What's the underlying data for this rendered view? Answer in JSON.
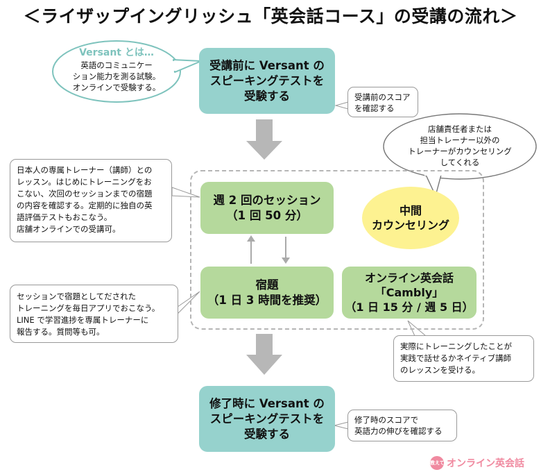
{
  "title": "＜ライザップイングリッシュ「英会話コース」の受講の流れ＞",
  "steps": {
    "pre_test": [
      "受講前に Versant の",
      "スピーキングテストを",
      "受験する"
    ],
    "sessions": [
      "週 2 回のセッション",
      "（1 回 50 分）"
    ],
    "homework": [
      "宿題",
      "（1 日 3 時間を推奨）"
    ],
    "online": [
      "オンライン英会話",
      "「Cambly」",
      "（1 日 15 分 / 週 5 日）"
    ],
    "post_test": [
      "修了時に Versant の",
      "スピーキングテストを",
      "受験する"
    ],
    "counseling": [
      "中間",
      "カウンセリング"
    ]
  },
  "notes": {
    "versant": {
      "heading": "Versant とは…",
      "lines": [
        "英語のコミュニケー",
        "ション能力を測る試験。",
        "オンラインで受験する。"
      ]
    },
    "pre_score": [
      "受講前のスコア",
      "を確認する"
    ],
    "manager": [
      "店舗責任者または",
      "担当トレーナー以外の",
      "トレーナーがカウンセリング",
      "してくれる"
    ],
    "trainer": [
      "日本人の専属トレーナー（講師）との",
      "レッスン。はじめにトレーニングをお",
      "こない、次回のセッションまでの宿題",
      "の内容を確認する。定期的に独自の英",
      "語評価テストもおこなう。",
      "店舗オンラインでの受講可。"
    ],
    "homework_detail": [
      "セッションで宿題としてだされた",
      "トレーニングを毎日アプリでおこなう。",
      "LINE で学習進捗を専属トレーナーに",
      "報告する。質問等も可。"
    ],
    "online_detail": [
      "実際にトレーニングしたことが",
      "実践で話せるかネイティブ講師",
      "のレッスンを受ける。"
    ],
    "post_score": [
      "修了時のスコアで",
      "英語力の伸びを確認する"
    ]
  },
  "logo": {
    "badge": "教えて!",
    "text": "オンライン英会話"
  },
  "colors": {
    "teal": "#96d2cd",
    "green": "#b5d99c",
    "yellow": "#fdf291",
    "accent_teal": "#7ec3bd",
    "arrow_gray": "#b7b7b7"
  }
}
